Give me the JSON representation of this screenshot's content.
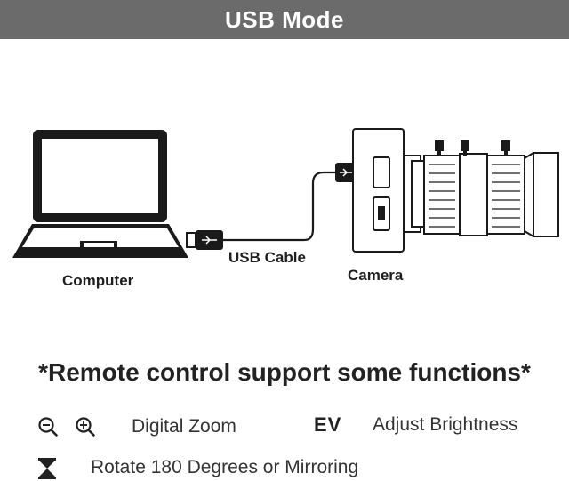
{
  "header": {
    "title": "USB Mode"
  },
  "diagram": {
    "computer_label": "Computer",
    "cable_label": "USB Cable",
    "camera_label": "Camera"
  },
  "note": "*Remote control support some functions*",
  "features": {
    "zoom": {
      "label": "Digital Zoom",
      "icons": [
        "zoom-out-icon",
        "zoom-in-icon"
      ]
    },
    "brightness": {
      "icon_text": "EV",
      "label": "Adjust Brightness"
    },
    "rotate": {
      "icon": "rotate-flip-icon",
      "label": "Rotate 180 Degrees or Mirroring"
    }
  },
  "colors": {
    "banner": "#6b6b6b",
    "line": "#1a1a1a",
    "text": "#222222"
  }
}
